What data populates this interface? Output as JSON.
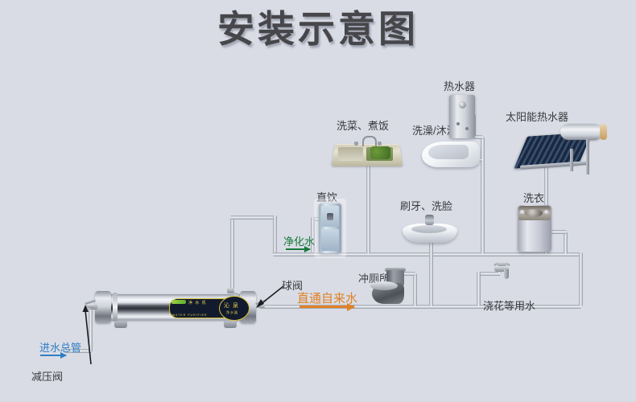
{
  "page": {
    "title": "安装示意图",
    "background_color": "#d9dce5",
    "title_color": "#46464b",
    "pipe_color": "#b8bcc6"
  },
  "flow_labels": {
    "inlet": {
      "text": "进水总管",
      "color": "#2f7ec4",
      "arrow": "right"
    },
    "pressure_valve": {
      "text": "减压阀",
      "color": "#3a3a3f"
    },
    "ball_valve": {
      "text": "球阀",
      "color": "#3a3a3f"
    },
    "purified_water": {
      "text": "净化水",
      "color": "#1a7a3c",
      "arrow": "right"
    },
    "direct_tap_water": {
      "text": "直通自来水",
      "color": "#e08124",
      "arrow": "right"
    }
  },
  "appliances": [
    {
      "id": "dispenser",
      "label": "直饮",
      "icon": "water-dispenser-icon",
      "line": "purified"
    },
    {
      "id": "kitchen-sink",
      "label": "洗菜、煮饭",
      "icon": "kitchen-sink-icon",
      "line": "tap"
    },
    {
      "id": "bathtub",
      "label": "洗澡/沐浴",
      "icon": "bathtub-icon",
      "line": "tap"
    },
    {
      "id": "water-heater",
      "label": "热水器",
      "icon": "gas-water-heater-icon",
      "line": "tap"
    },
    {
      "id": "solar-heater",
      "label": "太阳能热水器",
      "icon": "solar-water-heater-icon",
      "line": "tap"
    },
    {
      "id": "washer",
      "label": "洗衣",
      "icon": "washing-machine-icon",
      "line": "tap"
    },
    {
      "id": "basin",
      "label": "刷牙、洗脸",
      "icon": "wash-basin-icon",
      "line": "tap"
    },
    {
      "id": "toilet",
      "label": "冲厕所",
      "icon": "toilet-icon",
      "line": "tap"
    },
    {
      "id": "garden-tap",
      "label": "浇花等用水",
      "icon": "garden-faucet-icon",
      "line": "tap"
    }
  ],
  "purifier": {
    "name": "central-water-purifier",
    "badge_line1": "净 水 机",
    "badge_line2": "WATER PURIFIER",
    "brand_mark": "沁 泉",
    "brand_sub": "净水器"
  }
}
